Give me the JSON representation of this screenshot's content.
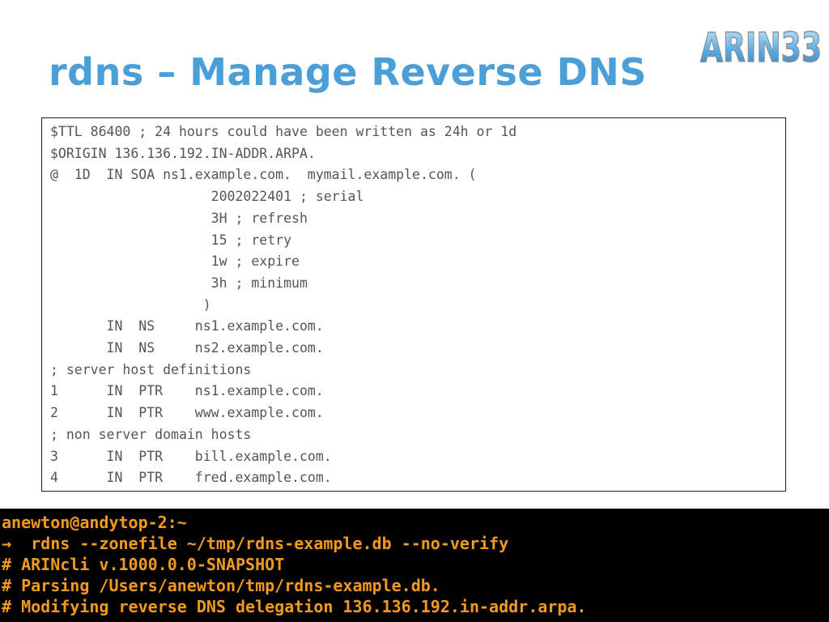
{
  "slide": {
    "title": "rdns – Manage Reverse DNS",
    "logo_text": "ARIN33"
  },
  "code_lines": [
    "$TTL 86400 ; 24 hours could have been written as 24h or 1d",
    "$ORIGIN 136.136.192.IN-ADDR.ARPA.",
    "@  1D  IN SOA ns1.example.com.  mymail.example.com. (",
    "                    2002022401 ; serial",
    "                    3H ; refresh",
    "                    15 ; retry",
    "                    1w ; expire",
    "                    3h ; minimum",
    "                   )",
    "       IN  NS     ns1.example.com.",
    "       IN  NS     ns2.example.com.",
    "; server host definitions",
    "1      IN  PTR    ns1.example.com.",
    "2      IN  PTR    www.example.com.",
    "; non server domain hosts",
    "3      IN  PTR    bill.example.com.",
    "4      IN  PTR    fred.example.com."
  ],
  "terminal": {
    "lines": [
      "anewton@andytop-2:~",
      "→  rdns --zonefile ~/tmp/rdns-example.db --no-verify",
      "# ARINcli v.1000.0.0-SNAPSHOT",
      "# Parsing /Users/anewton/tmp/rdns-example.db.",
      "# Modifying reverse DNS delegation 136.136.192.in-addr.arpa."
    ]
  },
  "colors": {
    "title": "#4a9fd8",
    "code_text": "#555555",
    "terminal_bg": "#000000",
    "terminal_text": "#f29a20"
  }
}
